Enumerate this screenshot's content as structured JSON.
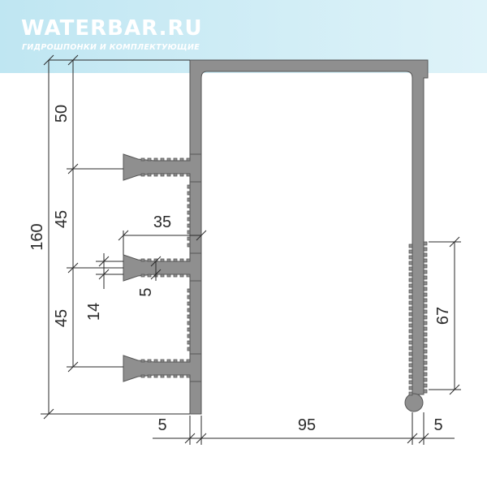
{
  "brand": {
    "title": "WATERBAR.RU",
    "subtitle": "ГИДРОШПОНКИ И КОМПЛЕКТУЮЩИЕ"
  },
  "dimensions": {
    "overall_height": "160",
    "top_segment": "50",
    "middle_segment": "45",
    "lower_segment": "45",
    "rib_spacing": "14",
    "rib_thickness": "5",
    "rib_length": "35",
    "right_serrated": "67",
    "left_wall": "5",
    "inner_width": "95",
    "right_wall": "5"
  },
  "colors": {
    "profile_fill": "#8f8f8f",
    "profile_edge": "#555555",
    "banner_top": "#bfe6f2",
    "banner_bottom": "#dff3f9",
    "dimension_line": "#2a2a2a"
  }
}
